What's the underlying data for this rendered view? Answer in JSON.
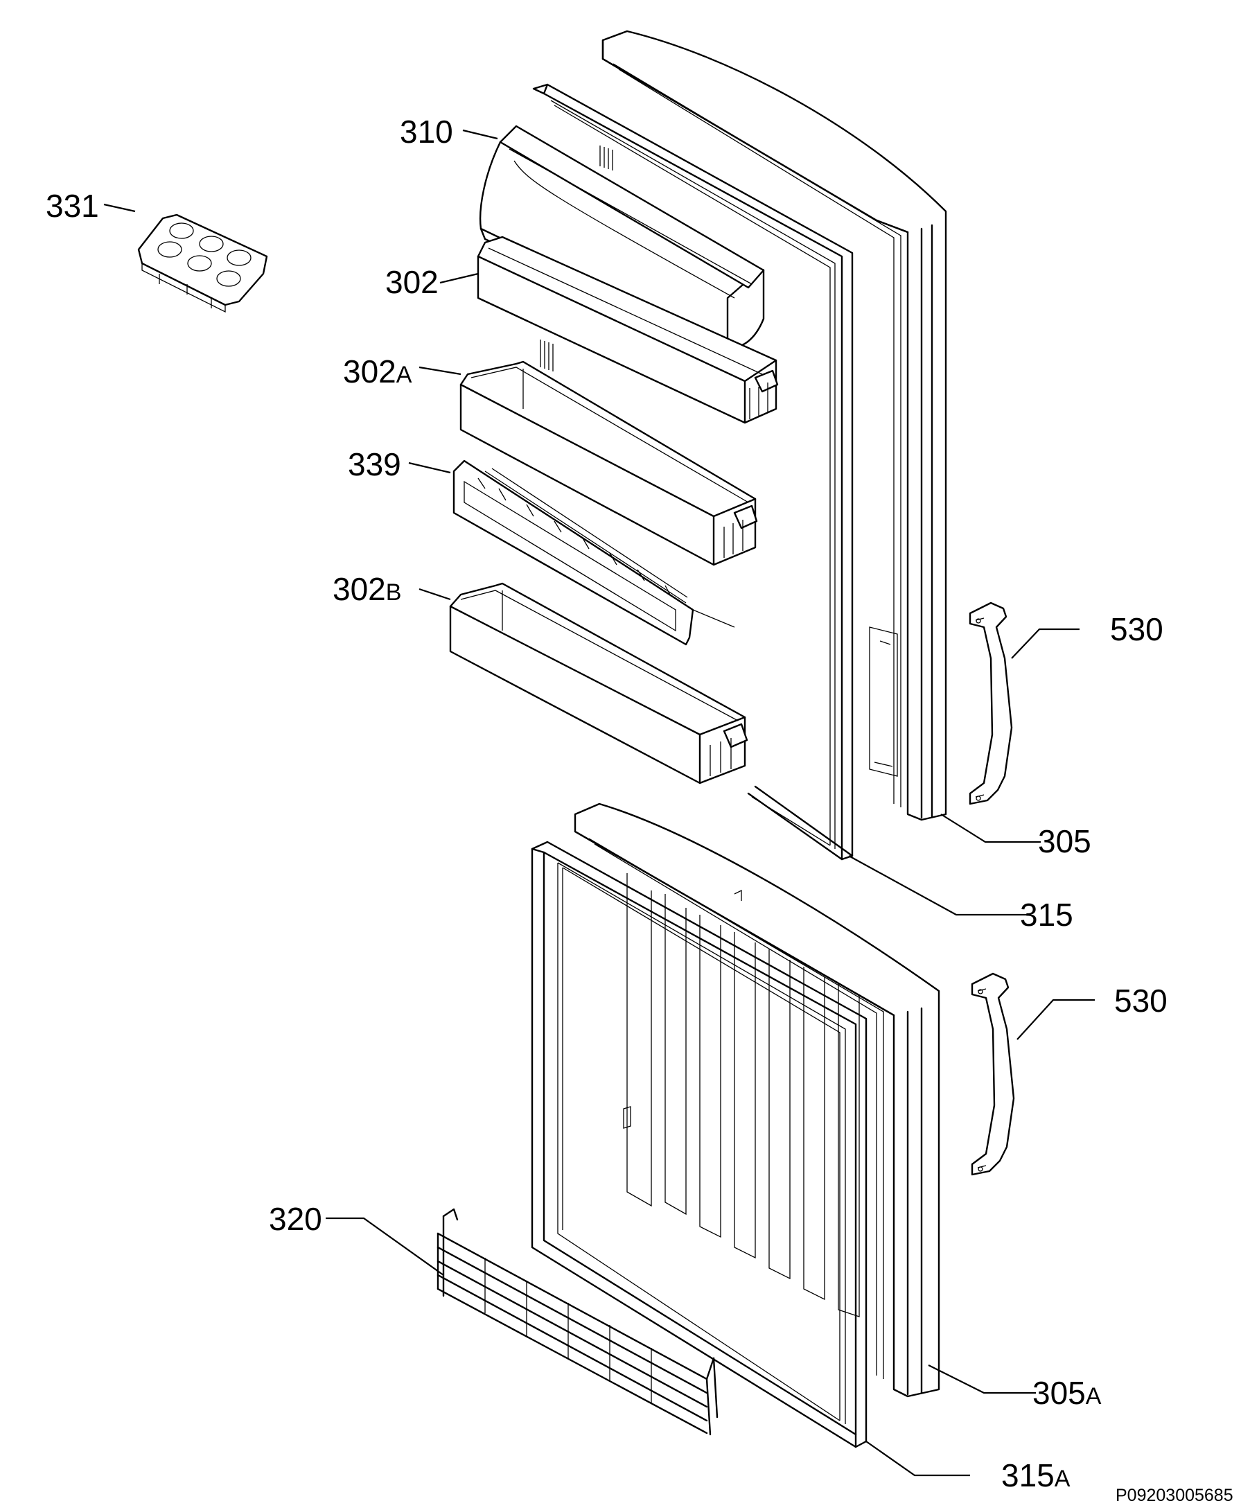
{
  "diagram": {
    "document_number": "P09203005685",
    "callouts": [
      {
        "id": "310",
        "number": "310",
        "suffix": ""
      },
      {
        "id": "331",
        "number": "331",
        "suffix": ""
      },
      {
        "id": "302",
        "number": "302",
        "suffix": ""
      },
      {
        "id": "302A",
        "number": "302",
        "suffix": "A"
      },
      {
        "id": "339",
        "number": "339",
        "suffix": ""
      },
      {
        "id": "302B",
        "number": "302",
        "suffix": "B"
      },
      {
        "id": "530-upper",
        "number": "530",
        "suffix": ""
      },
      {
        "id": "305",
        "number": "305",
        "suffix": ""
      },
      {
        "id": "315",
        "number": "315",
        "suffix": ""
      },
      {
        "id": "530-lower",
        "number": "530",
        "suffix": ""
      },
      {
        "id": "320",
        "number": "320",
        "suffix": ""
      },
      {
        "id": "305A",
        "number": "305",
        "suffix": "A"
      },
      {
        "id": "315A",
        "number": "315",
        "suffix": "A"
      }
    ]
  }
}
